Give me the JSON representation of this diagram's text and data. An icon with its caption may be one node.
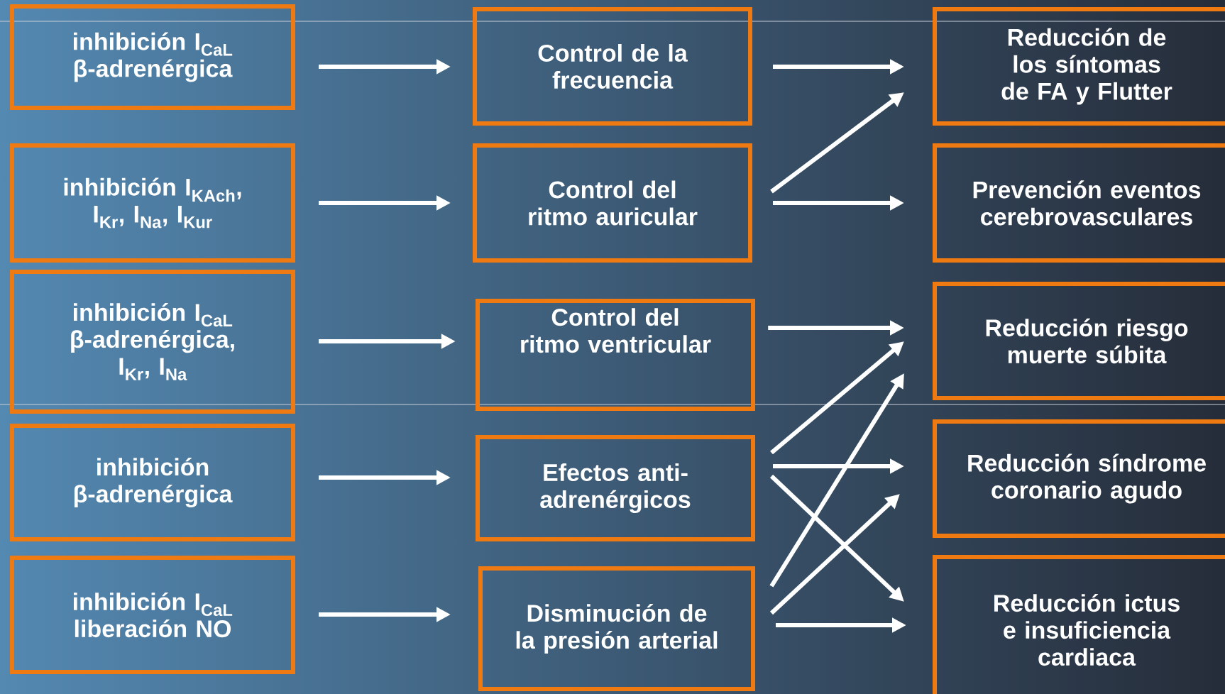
{
  "diagram": {
    "nodes": [
      {
        "text": [
          "inhibición I$_{CaL}$",
          "β-adrenérgica"
        ]
      },
      {
        "text": [
          "inhibición I$_{KAch}$, I$_{Kr}$, I$_{Na}$, I$_{Kur}$"
        ]
      },
      {
        "text": [
          "inhibición I$_{CaL}$",
          "β-adrenérgica, I$_{Kr}$, I$_{Na}$"
        ]
      },
      {
        "text": [
          "inhibición",
          "β-adrenérgica"
        ]
      },
      {
        "text": [
          "inhibición I$_{CaL}$",
          "liberación NO"
        ]
      },
      {
        "text": [
          "Control de la frecuencia"
        ]
      },
      {
        "text": [
          "Control del ritmo auricular"
        ]
      },
      {
        "text": [
          "Control del ritmo ventricular"
        ]
      },
      {
        "text": [
          "Efectos anti-adrenérgicos"
        ]
      },
      {
        "text": [
          "Disminución de la presión arterial"
        ]
      },
      {
        "text": [
          "Reducción de los síntomas de FA y Flutter"
        ]
      },
      {
        "text": [
          "Prevención eventos cerebrovasculares"
        ]
      },
      {
        "text": [
          "Reducción riesgo muerte súbita"
        ]
      },
      {
        "text": [
          "Reducción síndrome coronario agudo"
        ]
      },
      {
        "text": [
          "Reducción ictus e insuficiencia cardiaca"
        ]
      }
    ],
    "edges": [
      {
        "from": 0,
        "to": 5,
        "arrow": "to"
      },
      {
        "from": 1,
        "to": 6,
        "arrow": "to"
      },
      {
        "from": 2,
        "to": 7,
        "arrow": "to"
      },
      {
        "from": 3,
        "to": 8,
        "arrow": "to"
      },
      {
        "from": 4,
        "to": 9,
        "arrow": "to"
      },
      {
        "from": 5,
        "to": 10,
        "arrow": "to"
      },
      {
        "from": 6,
        "to": 10,
        "arrow": "to"
      },
      {
        "from": 6,
        "to": 11,
        "arrow": "to"
      },
      {
        "from": 7,
        "to": 12,
        "arrow": "to"
      },
      {
        "from": 8,
        "to": 12,
        "arrow": "to"
      },
      {
        "from": 8,
        "to": 13,
        "arrow": "to"
      },
      {
        "from": 8,
        "to": 14,
        "arrow": "to"
      },
      {
        "from": 9,
        "to": 12,
        "arrow": "to"
      },
      {
        "from": 9,
        "to": 13,
        "arrow": "to"
      },
      {
        "from": 9,
        "to": 14,
        "arrow": "to"
      }
    ]
  }
}
